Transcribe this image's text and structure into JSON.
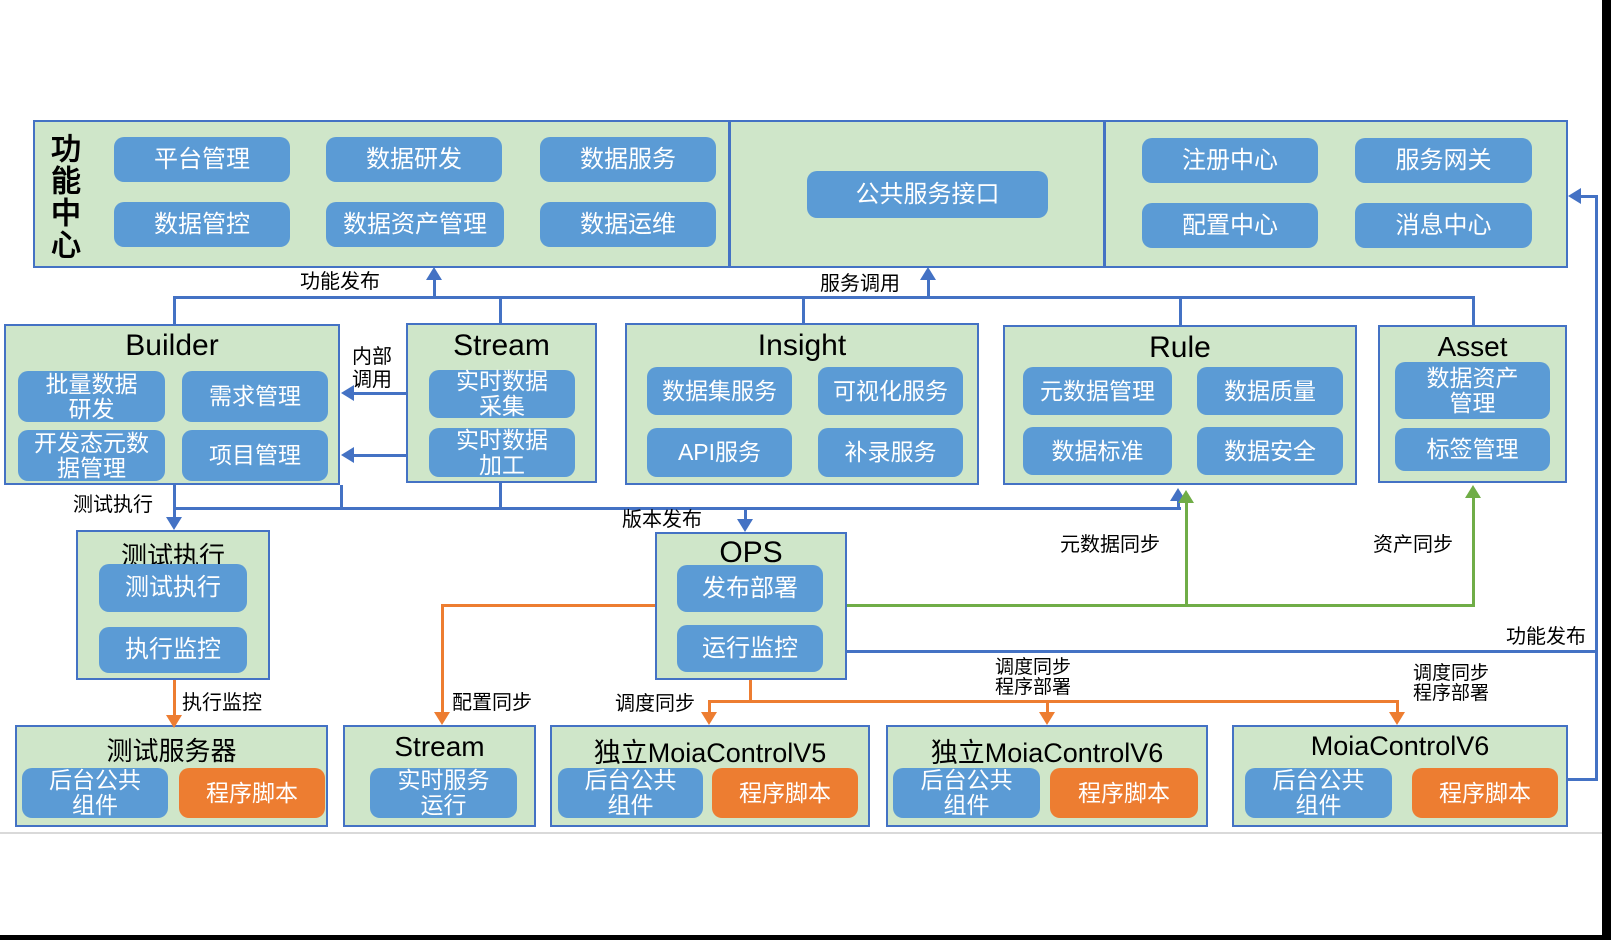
{
  "diagram": {
    "top_section": {
      "side_title": "功能中心",
      "platform_items": [
        "平台管理",
        "数据研发",
        "数据服务",
        "数据管控",
        "数据资产管理",
        "数据运维"
      ],
      "center_item": "公共服务接口",
      "infra_items": [
        "注册中心",
        "服务网关",
        "配置中心",
        "消息中心"
      ]
    },
    "modules": {
      "builder": {
        "title": "Builder",
        "items": [
          "批量数据\n研发",
          "需求管理",
          "开发态元数\n据管理",
          "项目管理"
        ]
      },
      "stream": {
        "title": "Stream",
        "items": [
          "实时数据\n采集",
          "实时数据\n加工"
        ]
      },
      "insight": {
        "title": "Insight",
        "items": [
          "数据集服务",
          "可视化服务",
          "API服务",
          "补录服务"
        ]
      },
      "rule": {
        "title": "Rule",
        "items": [
          "元数据管理",
          "数据质量",
          "数据标准",
          "数据安全"
        ]
      },
      "asset": {
        "title": "Asset",
        "items": [
          "数据资产\n管理",
          "标签管理"
        ]
      }
    },
    "runtime": {
      "test_exec": {
        "title": "测试执行",
        "items": [
          "测试执行",
          "执行监控"
        ]
      },
      "ops": {
        "title": "OPS",
        "items": [
          "发布部署",
          "运行监控"
        ]
      }
    },
    "servers": {
      "test_server": {
        "title": "测试服务器",
        "component": "后台公共\n组件",
        "script": "程序脚本"
      },
      "stream": {
        "title": "Stream",
        "component": "实时服务\n运行"
      },
      "moia_v5": {
        "title": "独立MoiaControlV5",
        "component": "后台公共\n组件",
        "script": "程序脚本"
      },
      "moia_v6_standalone": {
        "title": "独立MoiaControlV6",
        "component": "后台公共\n组件",
        "script": "程序脚本"
      },
      "moia_v6": {
        "title": "MoiaControlV6",
        "component": "后台公共\n组件",
        "script": "程序脚本"
      }
    },
    "edge_labels": {
      "publish_top": "功能发布",
      "service_call": "服务调用",
      "internal_call": "内部\n调用",
      "test_exec": "测试执行",
      "version_release": "版本发布",
      "meta_sync": "元数据同步",
      "asset_sync": "资产同步",
      "publish_right": "功能发布",
      "exec_monitor": "执行监控",
      "config_sync": "配置同步",
      "schedule_sync": "调度同步",
      "schedule_deploy_mid": "调度同步\n程序部署",
      "schedule_deploy_right": "调度同步\n程序部署"
    },
    "colors": {
      "module_fill": "#cfe6c9",
      "chip_blue": "#5b9bd5",
      "chip_orange": "#ed7d31",
      "line_blue": "#4472c4",
      "line_green": "#70ad47",
      "line_orange": "#ed7d31"
    }
  }
}
